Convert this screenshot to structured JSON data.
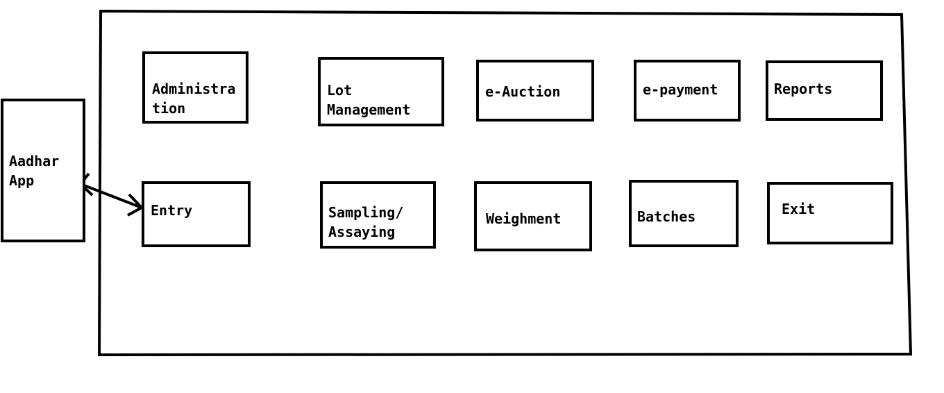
{
  "diagram": {
    "system_modules": [
      {
        "id": "administration",
        "label": "Administra\ntion"
      },
      {
        "id": "lot-management",
        "label": "Lot\nManagement"
      },
      {
        "id": "e-auction",
        "label": "e-Auction"
      },
      {
        "id": "e-payment",
        "label": "e-payment"
      },
      {
        "id": "reports",
        "label": "Reports"
      },
      {
        "id": "entry",
        "label": "Entry"
      },
      {
        "id": "sampling-assaying",
        "label": "Sampling/\nAssaying"
      },
      {
        "id": "weighment",
        "label": "Weighment"
      },
      {
        "id": "batches",
        "label": "Batches"
      },
      {
        "id": "exit",
        "label": "Exit"
      }
    ],
    "external": {
      "id": "aadhar-app",
      "label": "Aadhar\nApp"
    },
    "connections": [
      {
        "from": "aadhar-app",
        "to": "entry",
        "direction": "bidirectional"
      }
    ],
    "stroke_color": "#000000",
    "background_color": "#ffffff"
  }
}
